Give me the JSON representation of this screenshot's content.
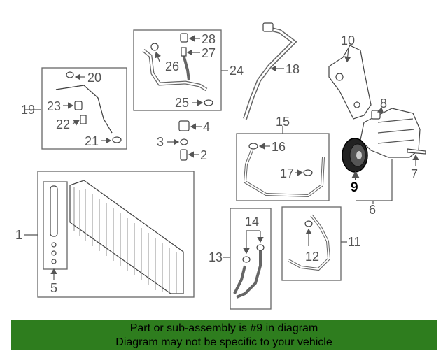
{
  "callouts": {
    "c1": "1",
    "c2": "2",
    "c3": "3",
    "c4": "4",
    "c5": "5",
    "c6": "6",
    "c7": "7",
    "c8": "8",
    "c9": "9",
    "c10": "10",
    "c11": "11",
    "c12": "12",
    "c13": "13",
    "c14": "14",
    "c15": "15",
    "c16": "16",
    "c17": "17",
    "c18": "18",
    "c19": "19",
    "c20": "20",
    "c21": "21",
    "c22": "22",
    "c23": "23",
    "c24": "24",
    "c25": "25",
    "c26": "26",
    "c27": "27",
    "c28": "28"
  },
  "highlight_part": "9",
  "banner": {
    "line1": "Part or sub-assembly is #9 in diagram",
    "line2": "Diagram may not be specific to your vehicle",
    "color": "#2e7d1e"
  }
}
